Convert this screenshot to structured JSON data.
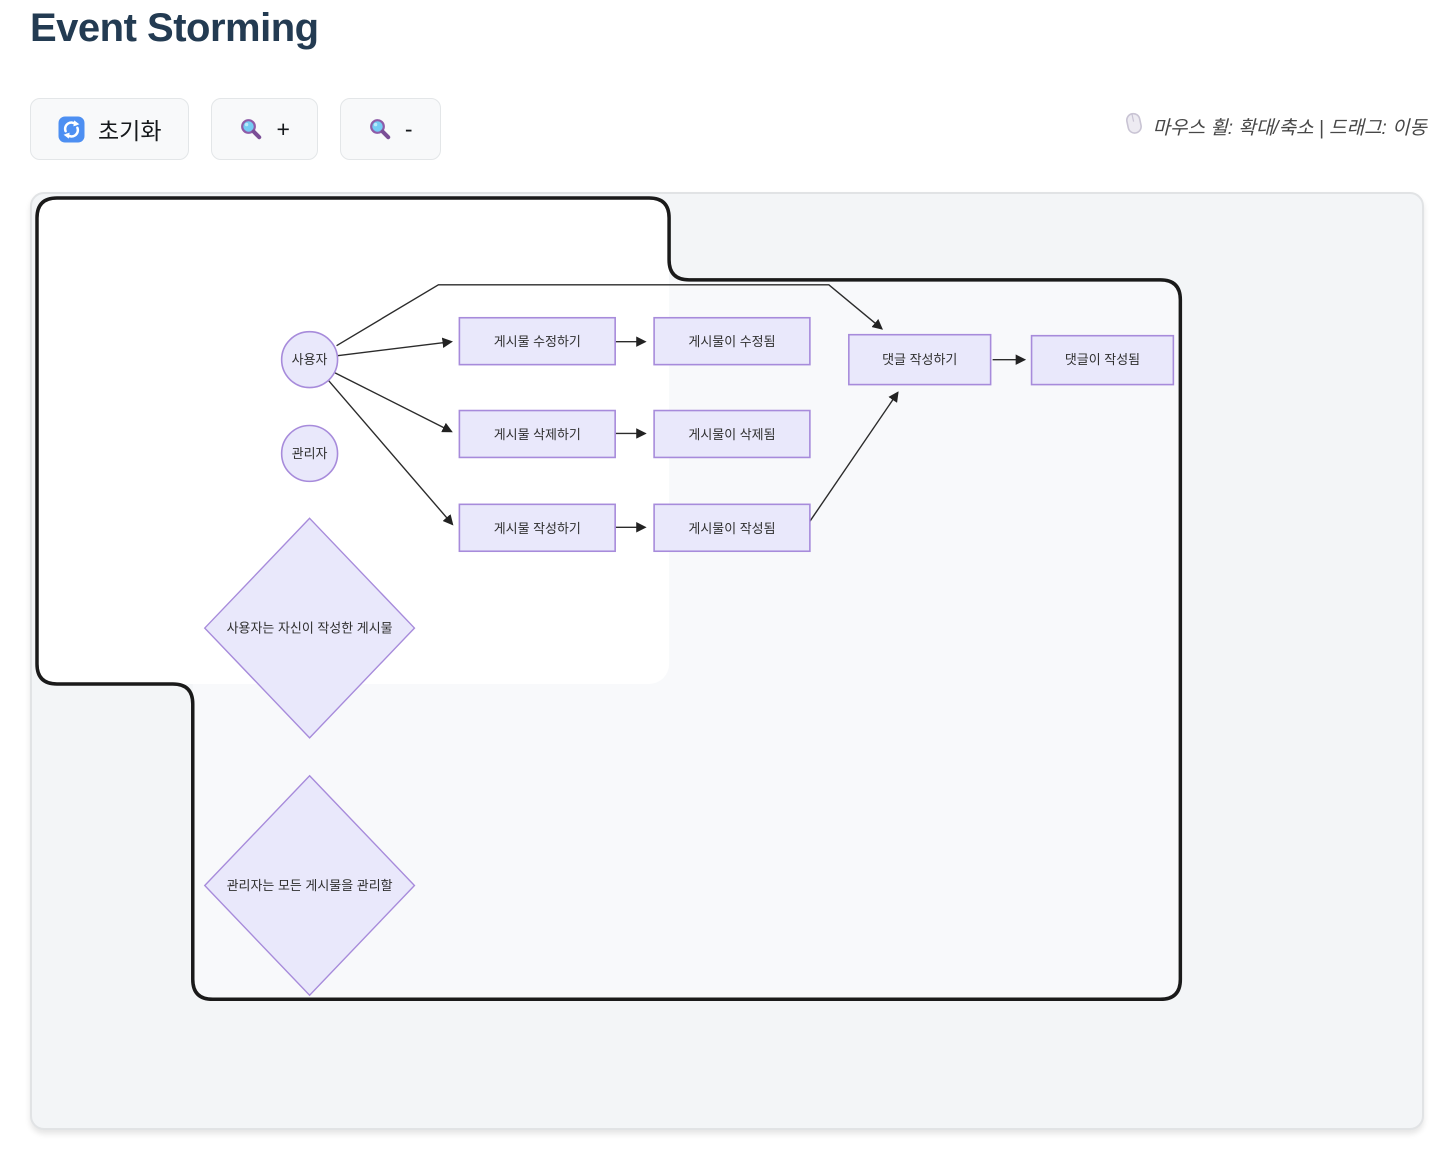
{
  "page": {
    "title": "Event Storming"
  },
  "toolbar": {
    "reset_label": "초기화",
    "zoom_in_label": "+",
    "zoom_out_label": "-"
  },
  "hint": {
    "text": "마우스 휠: 확대/축소 | 드래그: 이동"
  },
  "colors": {
    "title": "#233B52",
    "accent_blue": "#4D8FF2",
    "node_fill": "#E9E8FB",
    "node_border": "#A78BDB",
    "boundary_outline": "#1A1A1A",
    "panel_bg": "#F3F5F7"
  },
  "diagram": {
    "actors": [
      {
        "label": "사용자"
      },
      {
        "label": "관리자"
      }
    ],
    "commands": [
      {
        "label": "게시물 수정하기"
      },
      {
        "label": "게시물 삭제하기"
      },
      {
        "label": "게시물 작성하기"
      },
      {
        "label": "댓글 작성하기"
      }
    ],
    "events": [
      {
        "label": "게시물이 수정됨"
      },
      {
        "label": "게시물이 삭제됨"
      },
      {
        "label": "게시물이 작성됨"
      },
      {
        "label": "댓글이 작성됨"
      }
    ],
    "policies": [
      {
        "label": "사용자는 자신이 작성한 게시물"
      },
      {
        "label": "관리자는 모든 게시물을 관리할"
      }
    ]
  }
}
